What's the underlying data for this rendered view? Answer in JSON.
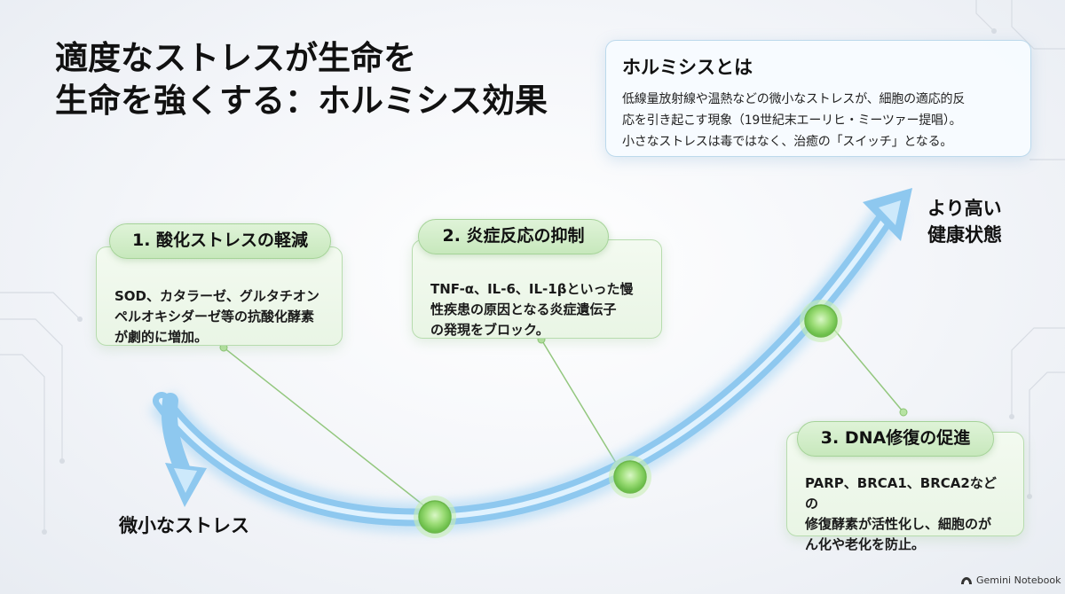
{
  "title": {
    "line1": "適度なストレスが生命を",
    "line2": "生命を強くする：ホルミシス効果"
  },
  "info_box": {
    "title": "ホルミシスとは",
    "line1": "低線量放射線や温熱などの微小なストレスが、細胞の適応的反",
    "line2": "応を引き起こす現象（19世紀末エーリヒ・ミーツァー提唱）。",
    "line3": "小さなストレスは毒ではなく、治癒の「スイッチ」となる。"
  },
  "cards": [
    {
      "title": "1. 酸化ストレスの軽減",
      "line1": "SOD、カタラーゼ、グルタチオン",
      "line2": "ペルオキシダーゼ等の抗酸化酵素",
      "line3": "が劇的に増加。"
    },
    {
      "title": "2. 炎症反応の抑制",
      "line1": "TNF-α、IL-6、IL-1βといった慢",
      "line2": "性疾患の原因となる炎症遺伝子",
      "line3": "の発現をブロック。"
    },
    {
      "title": "3. DNA修復の促進",
      "line1": "PARP、BRCA1、BRCA2などの",
      "line2": "修復酵素が活性化し、細胞のが",
      "line3": "ん化や老化を防止。"
    }
  ],
  "labels": {
    "low": "微小なストレス",
    "high_line1": "より高い",
    "high_line2": "健康状態"
  },
  "footer": {
    "brand": "Gemini Notebook"
  },
  "colors": {
    "arrow": "#8ec8ef",
    "arrow_core": "#ffffff",
    "node": "#8fd36a",
    "card_border": "#b7dcae",
    "pill_fill": "#c7e8bc",
    "info_border": "#bcd9ec"
  }
}
